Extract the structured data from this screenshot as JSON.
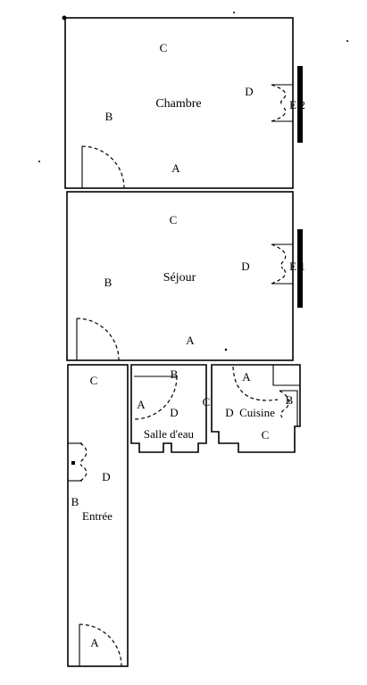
{
  "rooms": {
    "chambre": {
      "name": "Chambre",
      "wall_labels": [
        "C",
        "B",
        "D",
        "A"
      ],
      "window": "E.2"
    },
    "sejour": {
      "name": "Séjour",
      "wall_labels": [
        "C",
        "B",
        "D",
        "A"
      ],
      "window": "E.1"
    },
    "entree": {
      "name": "Entrée",
      "wall_labels": [
        "C",
        "D",
        "B",
        "A"
      ]
    },
    "salle_deau": {
      "name": "Salle d'eau",
      "wall_labels": [
        "B",
        "A",
        "D",
        "C"
      ]
    },
    "cuisine": {
      "name": "Cuisine",
      "wall_labels": [
        "A",
        "D",
        "B",
        "C"
      ]
    }
  }
}
